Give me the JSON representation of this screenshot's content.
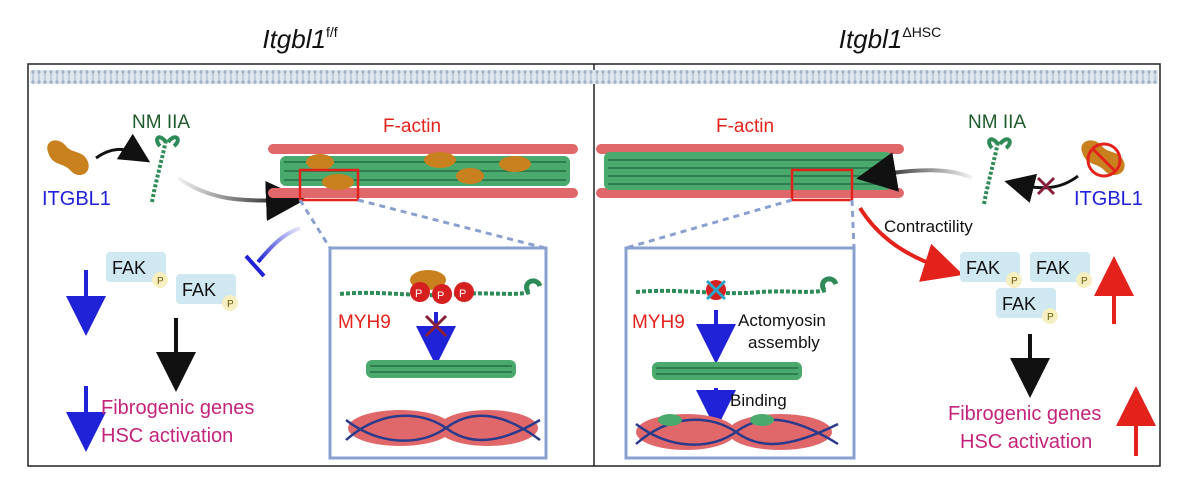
{
  "left_panel": {
    "title_main": "Itgbl1",
    "title_sup": "f/f",
    "itgbl1_label": "ITGBL1",
    "nmiia_label": "NM IIA",
    "factin_label": "F-actin",
    "fak_label": "FAK",
    "p_label": "P",
    "myh9_label": "MYH9",
    "fibrogenic_label": "Fibrogenic genes",
    "hsc_label": "HSC activation"
  },
  "right_panel": {
    "title_main": "Itgbl1",
    "title_sup": "ΔHSC",
    "itgbl1_label": "ITGBL1",
    "nmiia_label": "NM IIA",
    "factin_label": "F-actin",
    "contractility_label": "Contractility",
    "fak_label": "FAK",
    "p_label": "P",
    "myh9_label": "MYH9",
    "actomyosin_label": "Actomyosin",
    "assembly_label": "assembly",
    "binding_label": "Binding",
    "fibrogenic_label": "Fibrogenic genes",
    "hsc_label": "HSC activation"
  },
  "colors": {
    "blue": "#1f22d6",
    "red": "#e3231b",
    "magenta": "#c4247b",
    "green": "#2e8b57",
    "actin_red": "#e0686a",
    "itgbl1_orange": "#c9811f",
    "fak_box": "#cfe8f1",
    "p_circle": "#f6efc2",
    "inset_border": "#8aa0cf"
  }
}
